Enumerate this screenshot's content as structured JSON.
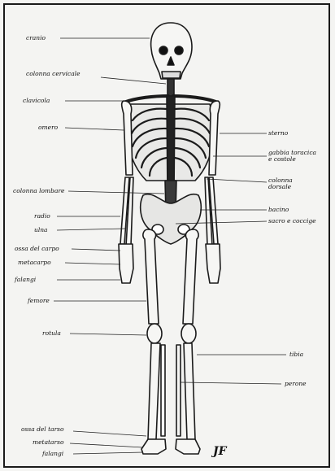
{
  "labels": {
    "cranio": "cranio",
    "colonna_cervicale": "colonna cervicale",
    "clavicola": "clavicola",
    "omero": "omero",
    "sterno": "sterno",
    "gabbia_toracica": "gabbia toracica\ne costole",
    "colonna_dorsale": "colonna\ndorsale",
    "colonna_lombare": "colonna lombare",
    "bacino": "bacino",
    "sacro_coccige": "sacro e coccige",
    "radio": "radio",
    "ulna": "ulna",
    "ossa_carpo": "ossa del carpo",
    "metacarpo": "metacarpo",
    "falangi_mano": "falangi",
    "femore": "femore",
    "rotula": "rotula",
    "tibia": "tibia",
    "perone": "perone",
    "ossa_tarso": "ossa del tarso",
    "metatarso": "metatarso",
    "falangi_piede": "falangi"
  },
  "signature": "JF"
}
